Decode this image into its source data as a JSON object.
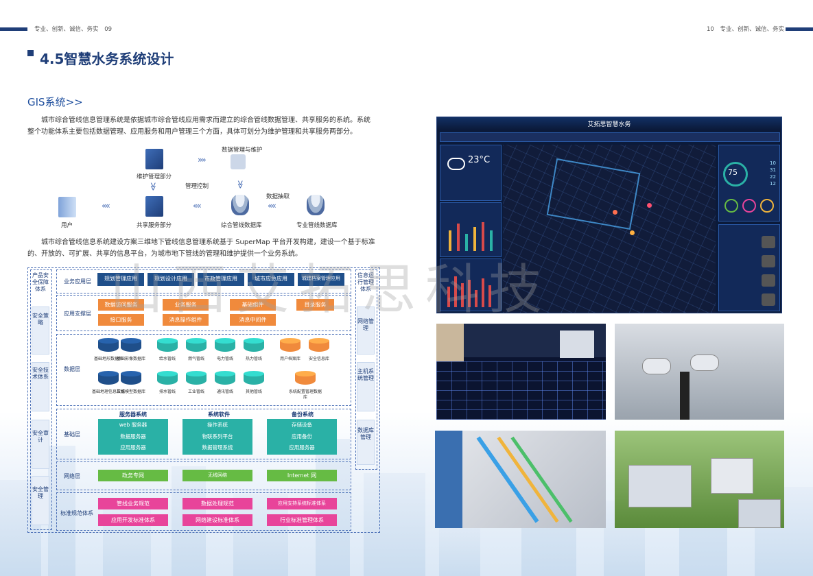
{
  "header": {
    "left_slogan": "专业、创新、诚信、务实",
    "left_page": "09",
    "right_page": "10",
    "right_slogan": "专业、创新、诚信、务实"
  },
  "section_title": "4.5智慧水务系统设计",
  "subsection_title": "GIS系统>>",
  "para1_line1": "城市综合管线信息管理系统是依据城市综合管线应用需求而建立的综合管线数据管理、共享服务的系统。系统",
  "para1_line2": "整个功能体系主要包括数据管理、应用服务和用户管理三个方面，具体可划分为维护管理和共享服务两部分。",
  "para2_line1": "城市综合管线信息系统建设方案三维地下管线信息管理系统基于  SuperMap  平台开发构建，建设一个基于标准",
  "para2_line2": "的、开放的、可扩展、共享的信息平台，为城市地下管线的管理和维护提供一个业务系统。",
  "flow": {
    "maint": "维护管理部分",
    "share": "共享服务部分",
    "user": "用户",
    "comp_db": "综合管线数据库",
    "pro_db": "专业管线数据库",
    "data_mgmt": "数据管理与维护",
    "ctrl": "管理控制",
    "extract": "数据抽取",
    "arrow_right": "»»",
    "arrow_left": "««",
    "arrow_down": "≫"
  },
  "arch": {
    "left": [
      "产品安全保障体系",
      "安全策略",
      "安全技术体系",
      "安全审计",
      "安全管理"
    ],
    "right": [
      "信息运行管理体系",
      "网络管理",
      "主机系统管理",
      "数据库管理"
    ],
    "biz_layer": "业务应用层",
    "biz": [
      "规划管理应用",
      "规划设计应用",
      "市政管理应用",
      "城市应急应用",
      "城建档案管理应用"
    ],
    "support_layer": "应用支撑层",
    "support_row1": [
      "数据访问服务",
      "业务服务",
      "基础组件",
      "目录服务"
    ],
    "support_row2": [
      "接口服务",
      "消息操作组件",
      "消息中间件"
    ],
    "data_layer": "数据层",
    "data_row1": [
      "基础地形数据库",
      "基础影像数据库",
      "给水管线",
      "燃气管线",
      "电力管线",
      "热力管线",
      "用户档案库",
      "安全信息库"
    ],
    "data_row2": [
      "基础地理信息数据",
      "三维模型数据库",
      "排水管线",
      "工业管线",
      "通讯管线",
      "其他管线",
      "系统配置管理数据库"
    ],
    "base_layer": "基础层",
    "base_groups": [
      {
        "title": "服务器系统",
        "items": [
          "web 服务器",
          "数据服务器",
          "应用服务器"
        ]
      },
      {
        "title": "系统软件",
        "items": [
          "操作系统",
          "物联系列平台",
          "数据管理系统"
        ]
      },
      {
        "title": "备份系统",
        "items": [
          "存储设备",
          "应用备份",
          "应用服务器"
        ]
      }
    ],
    "net_layer": "网络层",
    "net": [
      "政务专网",
      "无线网络",
      "Internet 网"
    ],
    "std_layer": "标准规范体系",
    "std_row1": [
      "管线业务规范",
      "数据处理规范",
      "应用支持系统标准体系"
    ],
    "std_row2": [
      "应用开发标准体系",
      "网络建设标准体系",
      "行业标准管理体系"
    ]
  },
  "watermark": "山西艾拓思科技",
  "dashboard": {
    "title": "艾拓思智慧水务",
    "weather_temp": "23°C",
    "gauge_value": "75",
    "stats": [
      "10",
      "31",
      "22",
      "12"
    ]
  },
  "colors": {
    "navy": "#1f3e78",
    "orange": "#f08a3c",
    "teal": "#2ab1a6",
    "green": "#66bb44",
    "pink": "#e8449a"
  }
}
